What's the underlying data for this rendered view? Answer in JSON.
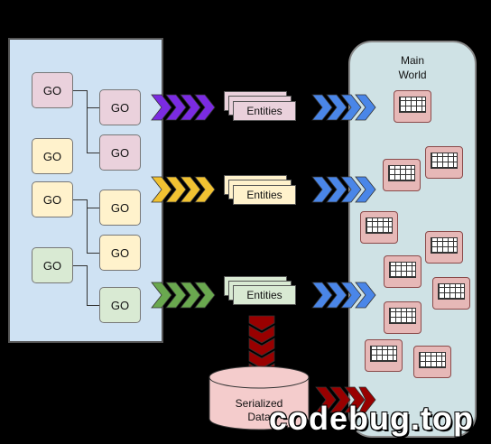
{
  "gameobjects": {
    "pink_root": "GO",
    "pink_child_1": "GO",
    "pink_child_2": "GO",
    "yellow_single": "GO",
    "yellow_root": "GO",
    "yellow_child_1": "GO",
    "yellow_child_2": "GO",
    "green_root": "GO",
    "green_child": "GO"
  },
  "entities": {
    "row1": "Entities",
    "row2": "Entities",
    "row3": "Entities"
  },
  "main_world": {
    "title_line1": "Main",
    "title_line2": "World"
  },
  "serialized": {
    "line1": "Serialized",
    "line2": "Data"
  },
  "watermark": "codebug.top",
  "colors": {
    "purple_arrow": "#7b2be2",
    "yellow_arrow": "#f1c232",
    "green_arrow": "#6aa84f",
    "blue_arrow": "#4a86e8",
    "red_arrow": "#990000"
  }
}
